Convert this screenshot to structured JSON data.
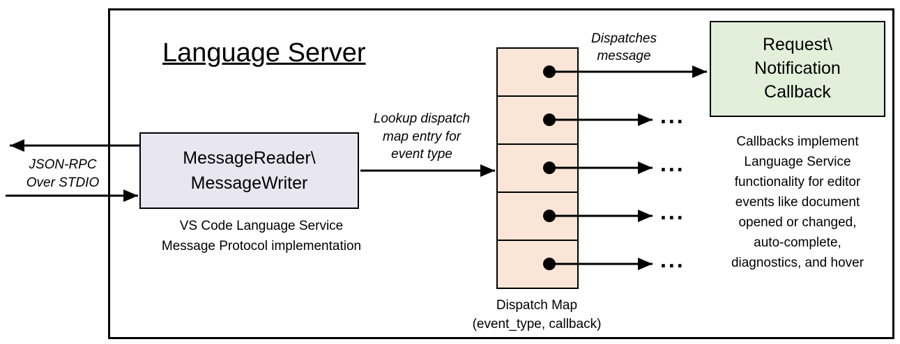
{
  "diagram": {
    "title": "Language Server",
    "io_label": "JSON-RPC\nOver STDIO",
    "message_box_label": "MessageReader\\\nMessageWriter",
    "message_box_caption": "VS Code Language Service\nMessage Protocol implementation",
    "lookup_label": "Lookup dispatch\nmap entry for\nevent type",
    "dispatches_label": "Dispatches\nmessage",
    "callback_box_label": "Request\\\nNotification\nCallback",
    "callback_caption": "Callbacks implement\nLanguage Service\nfunctionality for editor\nevents like document\nopened or changed,\nauto-complete,\ndiagnostics, and hover",
    "dispatch_map_caption": "Dispatch Map\n(event_type, callback)",
    "ellipsis": "...",
    "dispatch_map": {
      "cell_count": 5
    },
    "colors": {
      "message_box_fill": "#e7e6f1",
      "dispatch_cell_fill": "#fbe5d6",
      "callback_box_fill": "#e2efda",
      "outline": "#000000"
    }
  }
}
